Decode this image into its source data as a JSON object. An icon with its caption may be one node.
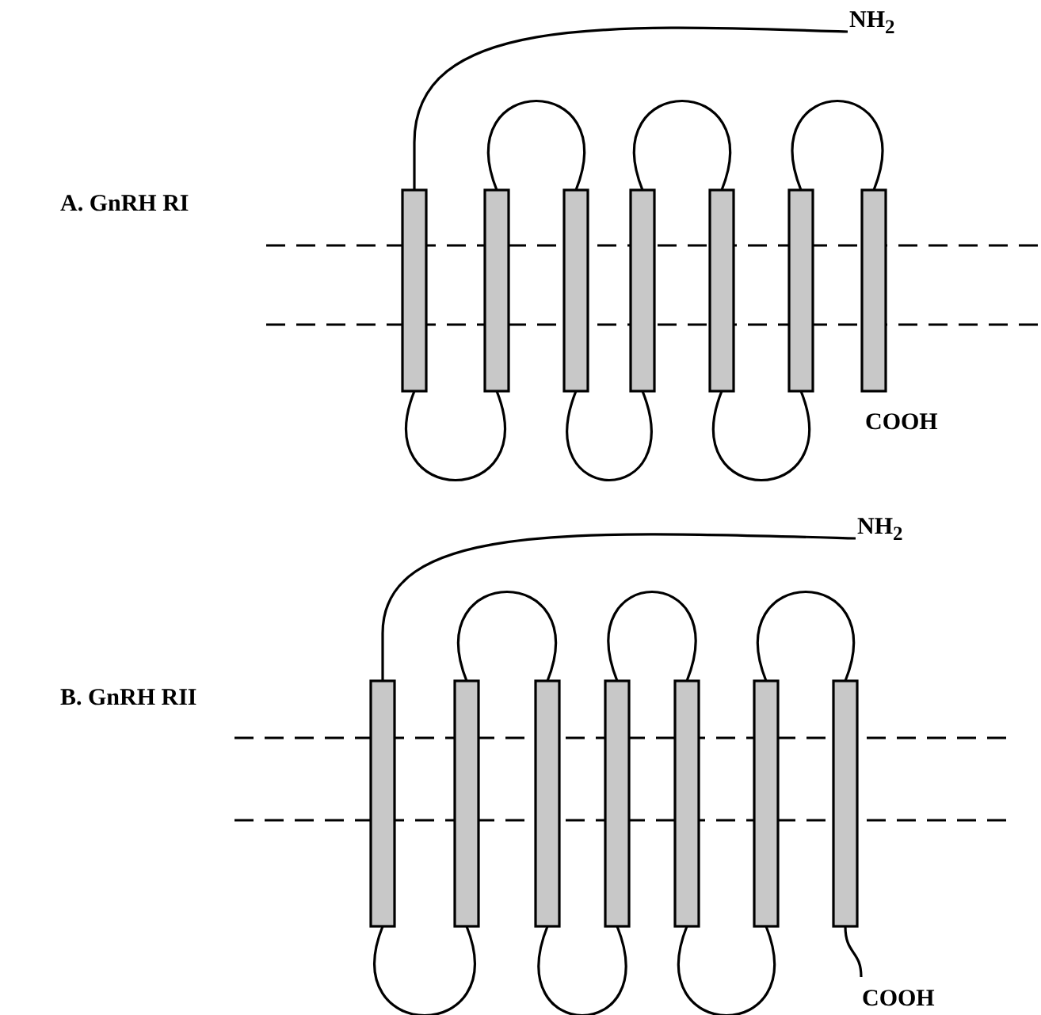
{
  "diagram": {
    "labels": [
      "A. GnRH RI",
      "NH$_{2}$",
      "COOH",
      "B. GnRH RII",
      "NH$_{2}$",
      "COOH"
    ]
  }
}
